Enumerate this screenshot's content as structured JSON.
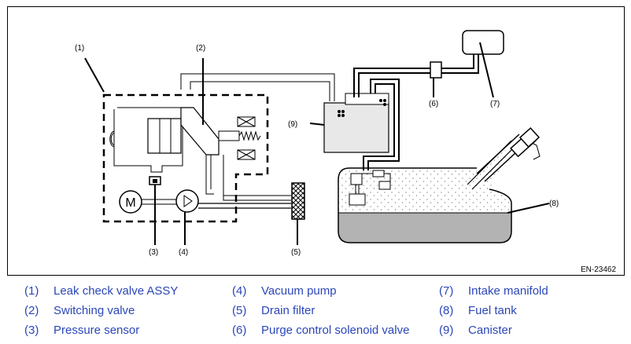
{
  "figure": {
    "figure_id": "EN-23462",
    "callouts": [
      "(1)",
      "(2)",
      "(3)",
      "(4)",
      "(5)",
      "(6)",
      "(7)",
      "(8)",
      "(9)"
    ]
  },
  "legend": [
    {
      "num": "(1)",
      "label": "Leak check valve ASSY"
    },
    {
      "num": "(2)",
      "label": "Switching valve"
    },
    {
      "num": "(3)",
      "label": "Pressure sensor"
    },
    {
      "num": "(4)",
      "label": "Vacuum pump"
    },
    {
      "num": "(5)",
      "label": "Drain filter"
    },
    {
      "num": "(6)",
      "label": "Purge control solenoid valve"
    },
    {
      "num": "(7)",
      "label": "Intake manifold"
    },
    {
      "num": "(8)",
      "label": "Fuel tank"
    },
    {
      "num": "(9)",
      "label": "Canister"
    }
  ],
  "colors": {
    "legend_text": "#2b46b8",
    "tank_liquid": "#b3b3b3",
    "canister_fill": "#e8e8e8"
  }
}
